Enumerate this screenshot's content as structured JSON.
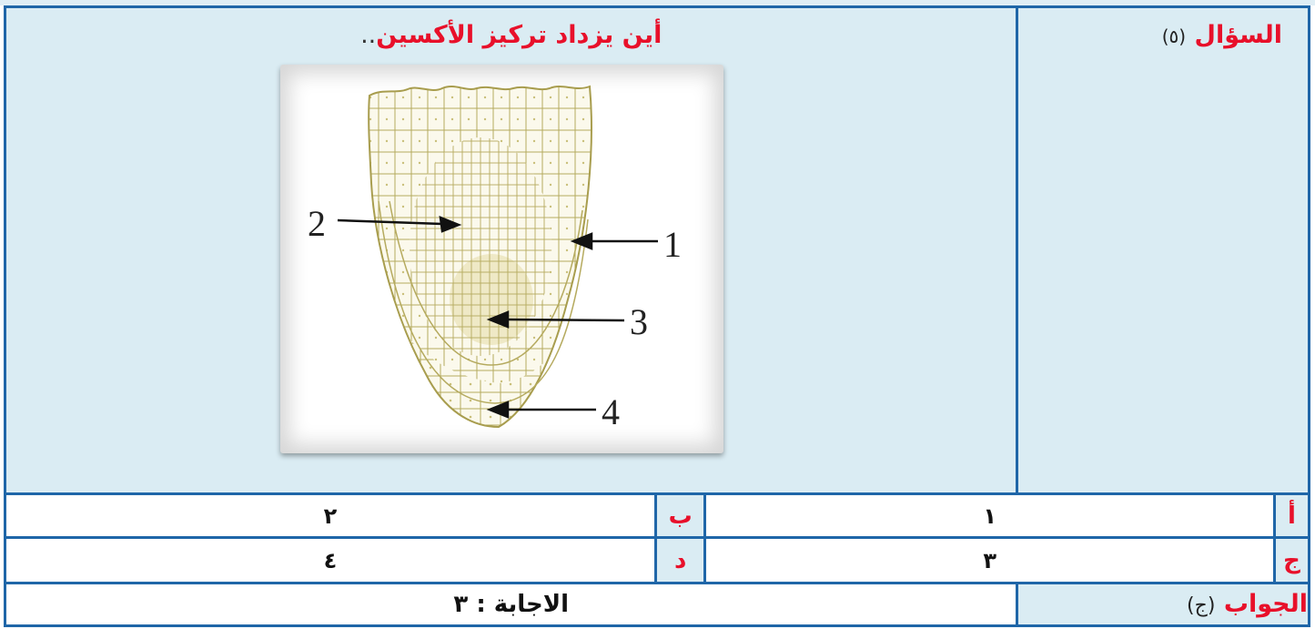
{
  "question": {
    "title": "السؤال",
    "number": "(٥)",
    "stem": "أين يزداد تركيز الأكسين",
    "stem_suffix": "..",
    "figure_labels": [
      "1",
      "2",
      "3",
      "4"
    ]
  },
  "options": [
    {
      "letter": "أ",
      "value": "١"
    },
    {
      "letter": "ب",
      "value": "٢"
    },
    {
      "letter": "ج",
      "value": "٣"
    },
    {
      "letter": "د",
      "value": "٤"
    }
  ],
  "answer": {
    "label": "الجواب",
    "letter": "(ج)",
    "text": "الاجابة : ٣"
  },
  "colors": {
    "border": "#1f66a8",
    "header_background": "#daecf3",
    "accent_red": "#e8102a",
    "cell_outline": "#b5aa5e"
  }
}
